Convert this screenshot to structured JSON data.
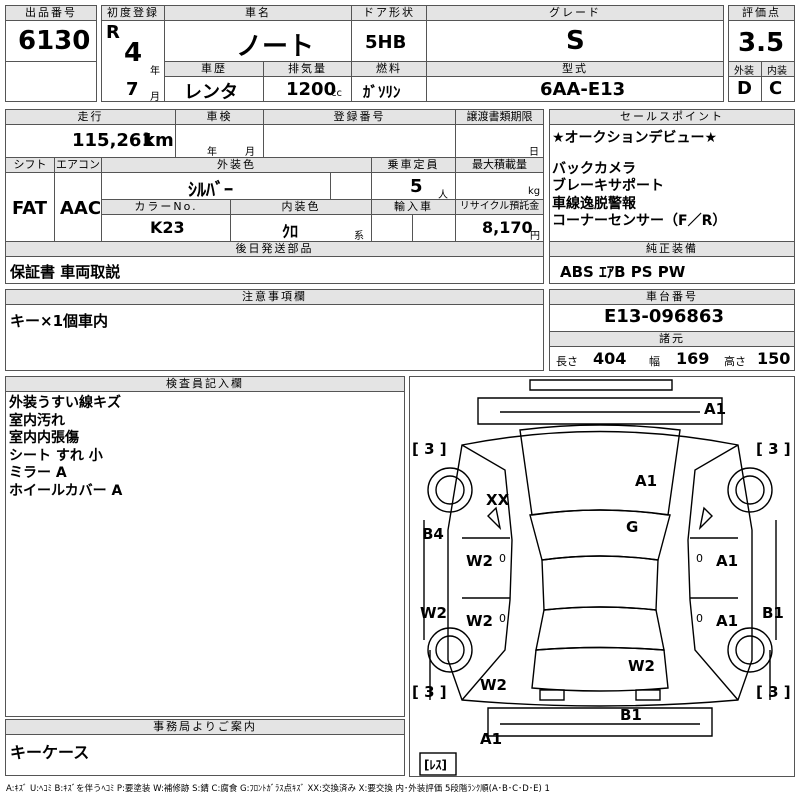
{
  "lot": {
    "label": "出品番号",
    "value": "6130"
  },
  "first_reg": {
    "label": "初度登録",
    "era": "R",
    "year": "4",
    "year_unit": "年",
    "month": "7",
    "month_unit": "月"
  },
  "car_name": {
    "label": "車名",
    "value": "ノート"
  },
  "door": {
    "label": "ドア形状",
    "value": "5HB"
  },
  "grade": {
    "label": "グレード",
    "value": "S"
  },
  "score": {
    "label": "評価点",
    "value": "3.5",
    "ext_label": "外装",
    "int_label": "内装",
    "ext": "D",
    "int": "C"
  },
  "history": {
    "label": "車歴",
    "value": "レンタ"
  },
  "displacement": {
    "label": "排気量",
    "value": "1200",
    "unit": "cc"
  },
  "fuel": {
    "label": "燃料",
    "value": "ｶﾞｿﾘﾝ"
  },
  "model": {
    "label": "型式",
    "value": "6AA-E13"
  },
  "mileage": {
    "label": "走行",
    "value": "115,261",
    "unit": "km"
  },
  "inspection": {
    "label": "車検",
    "year_unit": "年",
    "month_unit": "月"
  },
  "reg_no": {
    "label": "登録番号"
  },
  "transfer": {
    "label": "譲渡書類期限",
    "day_unit": "日"
  },
  "shift": {
    "label": "シフト",
    "value": "FAT"
  },
  "aircon": {
    "label": "エアコン",
    "value": "AAC"
  },
  "exterior_color": {
    "label": "外装色",
    "value": "ｼﾙﾊﾞｰ"
  },
  "capacity": {
    "label": "乗車定員",
    "value": "5",
    "unit": "人"
  },
  "max_load": {
    "label": "最大積載量",
    "unit": "kg"
  },
  "color_no": {
    "label": "カラーNo.",
    "value": "K23"
  },
  "interior_color": {
    "label": "内装色",
    "value": "ｸﾛ",
    "unit": "系"
  },
  "import": {
    "label": "輸入車"
  },
  "recycle": {
    "label": "リサイクル預託金",
    "value": "8,170",
    "unit": "円"
  },
  "later_parts": {
    "label": "後日発送部品",
    "value": "保証書 車両取説"
  },
  "sales_points": {
    "label": "セールスポイント",
    "items": [
      "★オークションデビュー★",
      "",
      "バックカメラ",
      "ブレーキサポート",
      "車線逸脱警報",
      "コーナーセンサー（F／R）"
    ]
  },
  "equipment": {
    "label": "純正装備",
    "value": "ABS ｴｱB PS PW"
  },
  "notes": {
    "label": "注意事項欄",
    "value": "キー×1個車内"
  },
  "chassis": {
    "label": "車台番号",
    "value": "E13-096863"
  },
  "dimensions": {
    "label": "諸元",
    "length_label": "長さ",
    "length": "404",
    "width_label": "幅",
    "width": "169",
    "height_label": "高さ",
    "height": "150"
  },
  "inspector": {
    "label": "検査員記入欄",
    "items": [
      "外装うすい線キズ",
      "室内汚れ",
      "室内内張傷",
      "シート すれ 小",
      "ミラー A",
      "ホイールカバー A"
    ]
  },
  "office": {
    "label": "事務局よりご案内",
    "value": "キーケース"
  },
  "legend": "A:ｷｽﾞ U:ﾍｺﾐ B:ｷｽﾞを伴うﾍｺﾐ P:要塗装 W:補修跡 S:錆 C:腐食 G:ﾌﾛﾝﾄｶﾞﾗｽ点ｷｽﾞ XX:交換済み X:要交換 内･外装評価 5段階ﾗﾝｸ順(A･B･C･D･E) 1",
  "diagram": {
    "tire_fl": "[ 3 ]",
    "tire_fr": "[ 3 ]",
    "tire_rl": "[ 3 ]",
    "tire_rr": "[ 3 ]",
    "spare": "[ﾚｽ]",
    "m_front_bumper": "A1",
    "m_hood": "A1",
    "m_windshield": "G",
    "m_left_fender": "XX",
    "m_right_fender": "B1",
    "m_left_front_sill": "B4",
    "m_left_front_door": "W2",
    "m_left_rear_door": "W2",
    "m_left_rocker": "W2",
    "m_right_front_door": "A1",
    "m_right_rear_door": "A1",
    "m_roof": "W2",
    "m_left_quarter": "W2",
    "m_rear_panel": "B1",
    "m_rear_bumper": "A1",
    "d1": "0",
    "d2": "0",
    "d3": "0",
    "d4": "0"
  }
}
